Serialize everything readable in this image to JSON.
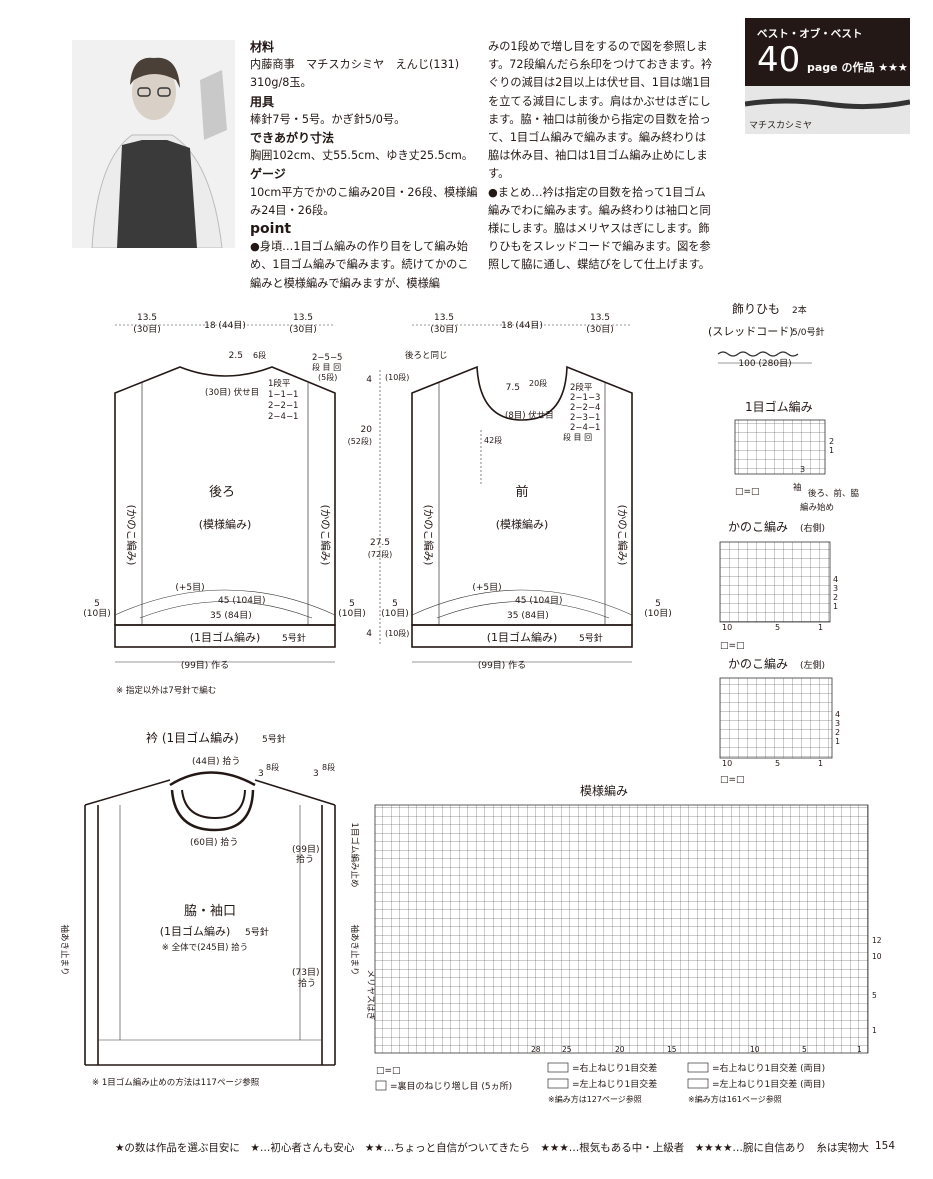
{
  "intro": {
    "materials_h": "材料",
    "materials": "内藤商事　マチスカシミヤ　えんじ(131) 310g/8玉。",
    "tools_h": "用具",
    "tools": "棒針7号・5号。かぎ針5/0号。",
    "size_h": "できあがり寸法",
    "size": "胸囲102cm、丈55.5cm、ゆき丈25.5cm。",
    "gauge_h": "ゲージ",
    "gauge": "10cm平方でかのこ編み20目・26段、模様編み24目・26段。",
    "point_h": "point",
    "point1": "●身頃…1目ゴム編みの作り目をして編み始め、1目ゴム編みで編みます。続けてかのこ編みと模様編みで編みますが、模様編",
    "col2": "みの1段めで増し目をするので図を参照します。72段編んだら糸印をつけておきます。衿ぐりの減目は2目以上は伏せ目、1目は端1目を立てる減目にします。肩はかぶせはぎにします。脇・袖口は前後から指定の目数を拾って、1目ゴム編みで編みます。編み終わりは脇は休み目、袖口は1目ゴム編み止めにします。",
    "col2b": "●まとめ…衿は指定の目数を拾って1目ゴム編みでわに編みます。編み終わりは袖口と同様にします。脇はメリヤスはぎにします。飾りひもをスレッドコードで編みます。図を参照して脇に通し、蝶結びをして仕上げます。"
  },
  "tag": {
    "line1": "ベスト・オブ・ベスト",
    "number": "40",
    "line2": "page の作品 ★★★"
  },
  "yarn_label": "マチスカシミヤ",
  "back": {
    "title": "後ろ",
    "stitch": "(模様編み)",
    "side": "(かのこ編み)",
    "w1": "13.5",
    "w1s": "(30目)",
    "wc": "18 (44目)",
    "w2": "13.5",
    "w2s": "(30目)",
    "neck": "2.5",
    "neck_s": "6段",
    "bind": "(30目) 伏せ目",
    "dec": "1段平",
    "d1": "1−1−1",
    "d2": "2−2−1",
    "d3": "2−4−1",
    "sh": "2−5−5",
    "sh2": "段 目 回",
    "sh3": "(5段)",
    "inc": "(+5目)",
    "b45": "45 (104目)",
    "b35": "35 (84目)",
    "l5": "5",
    "l5s": "(10目)",
    "r5": "5",
    "r5s": "(10目)",
    "rib": "(1目ゴム編み)",
    "needle": "5号針",
    "cast": "(99目) 作る"
  },
  "mid": {
    "a": "4",
    "as": "(10段)",
    "b": "20",
    "bs": "(52段)",
    "c": "27.5",
    "cs": "(72段)",
    "d": "4",
    "ds": "(10段)"
  },
  "front": {
    "title": "前",
    "stitch": "(模様編み)",
    "side": "(かのこ編み)",
    "w1": "13.5",
    "w1s": "(30目)",
    "wc": "18 (44目)",
    "w2": "13.5",
    "w2s": "(30目)",
    "same": "後ろと同じ",
    "neck": "7.5",
    "neck_s": "20段",
    "bind": "(8目) 伏せ目",
    "depth": "42段",
    "dec": "2段平",
    "d1": "2−1−3",
    "d2": "2−2−4",
    "d3": "2−3−1",
    "d4": "2−4−1",
    "d5": "段 目 回",
    "inc": "(+5目)",
    "b45": "45 (104目)",
    "b35": "35 (84目)",
    "l5": "5",
    "l5s": "(10目)",
    "r5": "5",
    "r5s": "(10目)",
    "rib": "(1目ゴム編み)",
    "needle": "5号針",
    "cast": "(99目) 作る"
  },
  "note1": "※ 指定以外は7号針で編む",
  "cord": {
    "title": "飾りひも",
    "count": "2本",
    "sub": "(スレッドコード)",
    "hook": "5/0号針",
    "len": "100 (280目)"
  },
  "rib_chart": {
    "title": "1目ゴム編み",
    "legend": "□=□",
    "n2": "2",
    "n1": "1",
    "n3": "3",
    "start": "編み始め",
    "note": "袖",
    "note2": "後ろ、前、脇"
  },
  "kanoko_r": {
    "title": "かのこ編み",
    "side": "(右側)",
    "legend": "□=□",
    "r10": "10",
    "r5": "5",
    "r1": "1",
    "n4": "4",
    "n3": "3",
    "n2": "2",
    "n1": "1"
  },
  "kanoko_l": {
    "title": "かのこ編み",
    "side": "(左側)",
    "legend": "□=□",
    "r10": "10",
    "r5": "5",
    "r1": "1",
    "n4": "4",
    "n3": "3",
    "n2": "2",
    "n1": "1"
  },
  "collar": {
    "title": "衿 (1目ゴム編み)",
    "needle": "5号針",
    "p44": "(44目) 拾う",
    "p60": "(60目) 拾う",
    "e3": "3",
    "e8": "8段",
    "e3b": "3",
    "e8b": "8段",
    "p99": "(99目)",
    "p99b": "拾う",
    "stop": "1目ゴム編み止め",
    "sideTitle": "脇・袖口",
    "sideRib": "(1目ゴム編み)",
    "sideNeedle": "5号針",
    "total": "※ 全体で(245目) 拾う",
    "p73": "(73目)",
    "p73b": "拾う",
    "opening": "袖あき止まり",
    "opening2": "袖あき止まり",
    "mery": "メリヤスはぎ",
    "note": "※ 1目ゴム編み止めの方法は117ページ参照"
  },
  "pattern": {
    "title": "模様編み",
    "legend1": "□=□",
    "legend2": "=裏目のねじり増し目 (5ヵ所)",
    "l3": "=右上ねじり1目交差",
    "l4": "=左上ねじり1目交差",
    "l5": "=右上ねじり1目交差 (両目)",
    "l6": "=左上ねじり1目交差 (両目)",
    "ref1": "※編み方は127ページ参照",
    "ref2": "※編み方は161ページ参照",
    "c28": "28",
    "c25": "25",
    "c20": "20",
    "c15": "15",
    "c10": "10",
    "c5": "5",
    "c1": "1",
    "r12": "12",
    "r10": "10",
    "r5": "5",
    "r1": "1"
  },
  "footer": "★の数は作品を選ぶ目安に　★…初心者さんも安心　★★…ちょっと自信がついてきたら　★★★…根気もある中・上級者　★★★★…腕に自信あり　糸は実物大",
  "page": "154"
}
